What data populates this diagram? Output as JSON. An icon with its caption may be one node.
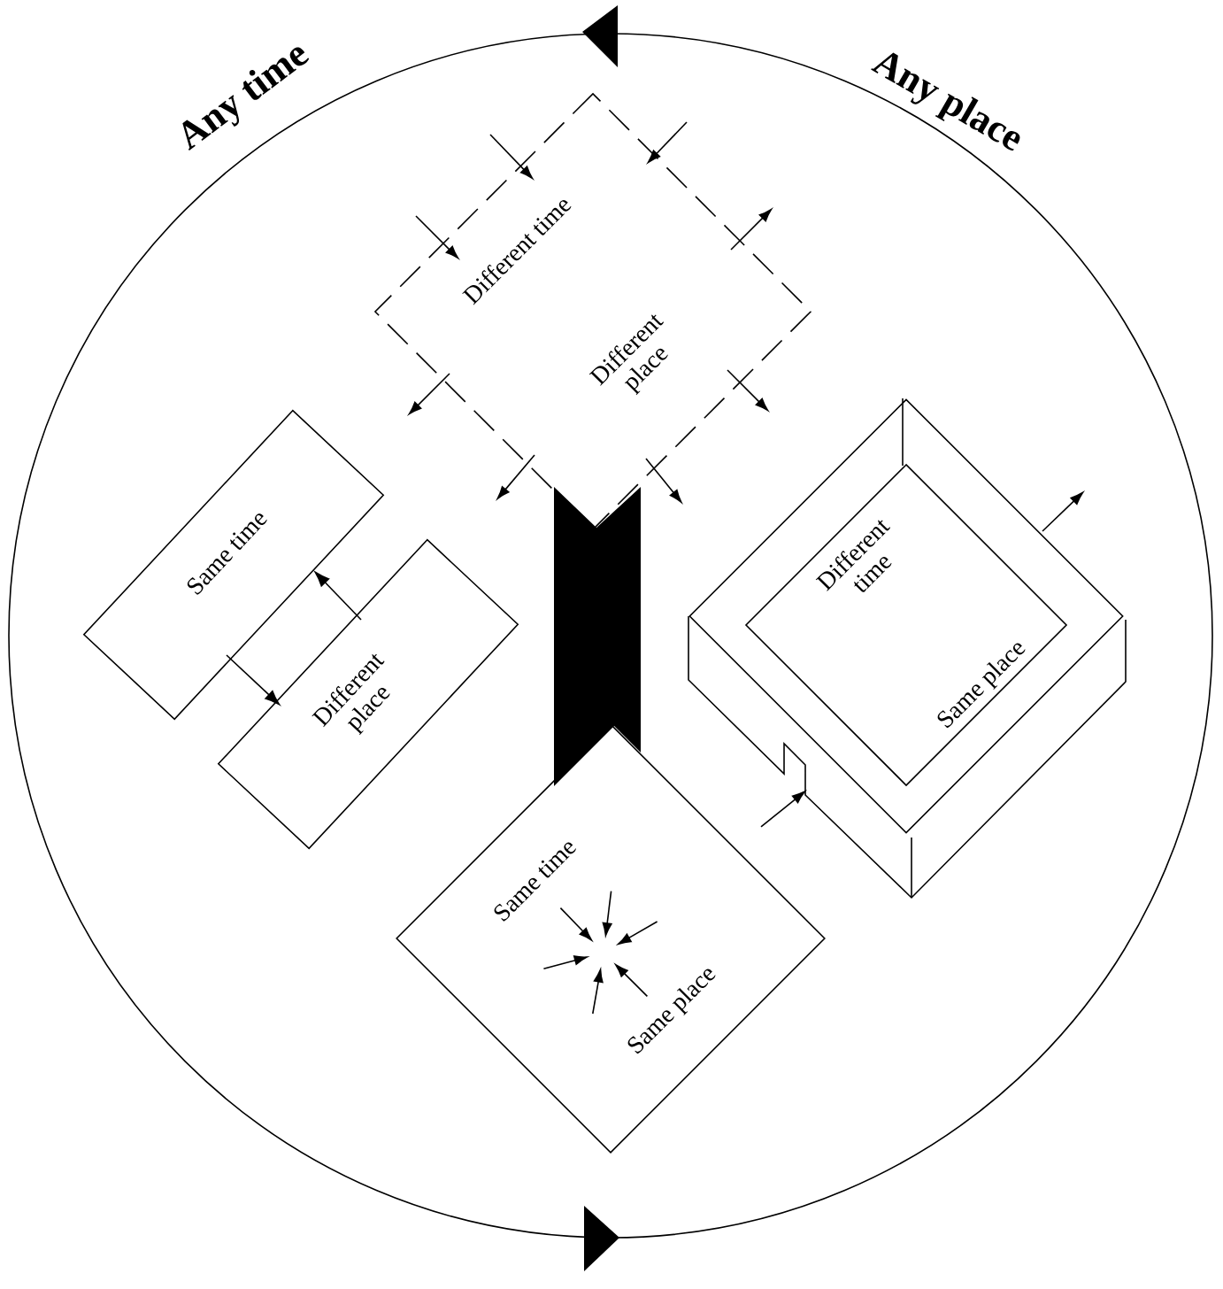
{
  "diagram": {
    "nodes": [
      {
        "text": [
          "Different time",
          "Different place"
        ]
      },
      {
        "text": [
          "Same time"
        ]
      },
      {
        "text": [
          "Different place"
        ]
      },
      {
        "text": [
          "Different time",
          "Same place"
        ]
      },
      {
        "text": [
          "Same time",
          "Same place"
        ]
      }
    ],
    "edges": [
      {
        "from": 2,
        "to": 1,
        "arrow": "to"
      },
      {
        "from": 1,
        "to": 2,
        "arrow": "to"
      }
    ],
    "labels": [
      "Any time",
      "Any place"
    ]
  }
}
